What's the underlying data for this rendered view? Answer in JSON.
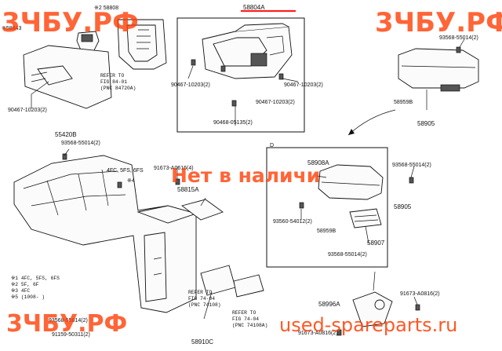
{
  "watermarks": {
    "site_top_left": "3ЧБУ.РФ",
    "site_top_right": "3ЧБУ.РФ",
    "site_bottom_left": "3ЧБУ.РФ",
    "stock_status": "Нет в наличи",
    "site_bottom_right": "used-spareparts.ru"
  },
  "part_labels": {
    "p58808_star": "※2 58808",
    "p58804a": "58804A",
    "p55843_star": "※58843",
    "p93568_top_right": "93568-55014(2)",
    "p90467_left": "90467-10203(2)",
    "p90467_mid_left": "90467-10203(2)",
    "p90467_mid_right": "90467-10203(2)",
    "p90467_mid_bottom": "90467-10203(2)",
    "p90468": "90468-05135(2)",
    "p55420b": "55420B",
    "p58959b_top": "58959B",
    "p58905_top": "58905",
    "p93568_mid_left": "93568-55014(2)",
    "p91673_top": "91673-A0616(4)",
    "p58815a": "58815A",
    "p58908a": "58908A",
    "p93568_box_right": "93568-55014(2)",
    "p58905_box": "58905",
    "p93560": "93560-54012(2)",
    "p58959b_box": "58959B",
    "p58907": "58907",
    "p93568_box_bottom": "93568-55014(2)",
    "p58996a": "58996A",
    "p91673_right": "91673-A0816(2)",
    "p91673_bottom": "91673-A0816(2)",
    "p58910c": "58910C",
    "p93568_bottom_left": "93568-55014(2)",
    "p91159": "91159-50311(2)",
    "star4": "※4",
    "fc_note": "4FC, 5FS, 6FS",
    "box_letter_d": "D"
  },
  "refer_notes": {
    "fig84": [
      "REFER TO",
      "FIG 84-01",
      "(PNC 84720A)"
    ],
    "fig74_a": [
      "REFER TO",
      "FIG 74-04",
      "(PNC 74108)"
    ],
    "fig74_b": [
      "REFER TO",
      "FIG 74-04",
      "(PNC 74108A)"
    ]
  },
  "legend": [
    "※1 4FC, 5FS, 6FS",
    "※2 5F, 6F",
    "※3 4FC",
    "※5 (1008- )"
  ],
  "colors": {
    "watermark": "#ff3b00",
    "lines": "#111111",
    "background": "#ffffff"
  }
}
